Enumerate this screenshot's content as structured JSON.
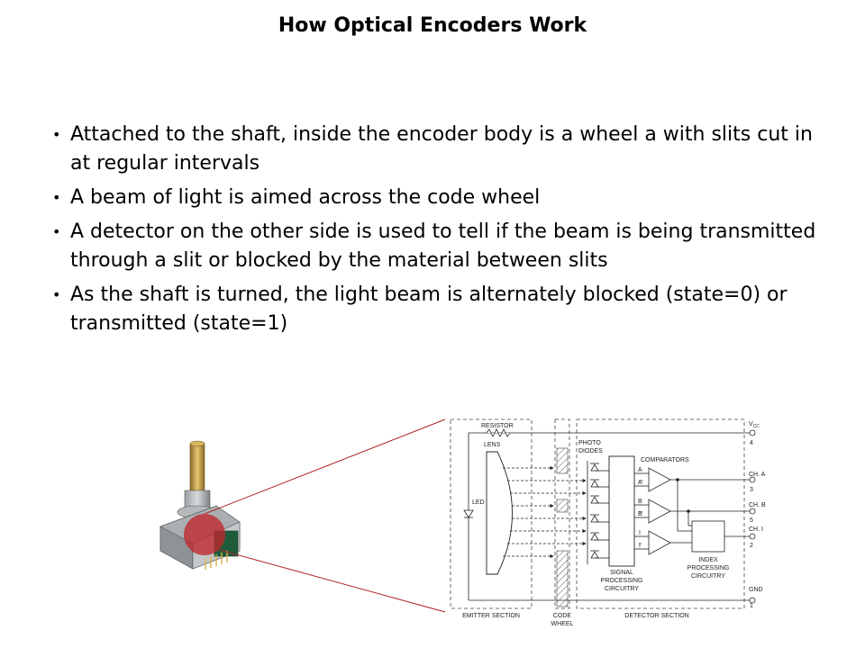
{
  "slide": {
    "title": "How Optical Encoders Work",
    "bullets": [
      "Attached to the shaft, inside the encoder body is a wheel a with slits cut in at regular intervals",
      "A beam of light is aimed across the code wheel",
      "A detector on the other side is used to tell if the beam is being transmitted through a slit or blocked by the material between slits",
      "As the shaft is turned, the light beam is alternately blocked (state=0) or transmitted (state=1)"
    ]
  },
  "diagram": {
    "resistor": "RESISTOR",
    "lens": "LENS",
    "led": "LED",
    "photo": "PHOTO",
    "diodes": "DIODES",
    "comparators": "COMPARATORS",
    "vcc_v": "V",
    "vcc_sub": "CC",
    "pin_vcc": "4",
    "ch_a": "CH. A",
    "pin_a": "3",
    "ch_b": "CH. B",
    "pin_b": "5",
    "ch_i": "CH. I",
    "pin_i": "2",
    "gnd": "GND",
    "pin_gnd": "1",
    "sig_a": "A",
    "sig_abar": "A",
    "sig_b": "B",
    "sig_bbar": "B",
    "sig_i": "I",
    "sig_ibar": "I",
    "signal1": "SIGNAL",
    "signal2": "PROCESSING",
    "signal3": "CIRCUITRY",
    "index1": "INDEX",
    "index2": "PROCESSING",
    "index3": "CIRCUITRY",
    "emitter_section": "EMITTER SECTION",
    "code1": "CODE",
    "code2": "WHEEL",
    "detector_section": "DETECTOR SECTION"
  },
  "colors": {
    "highlight": "#c0272d",
    "callout_line": "#b22222"
  }
}
